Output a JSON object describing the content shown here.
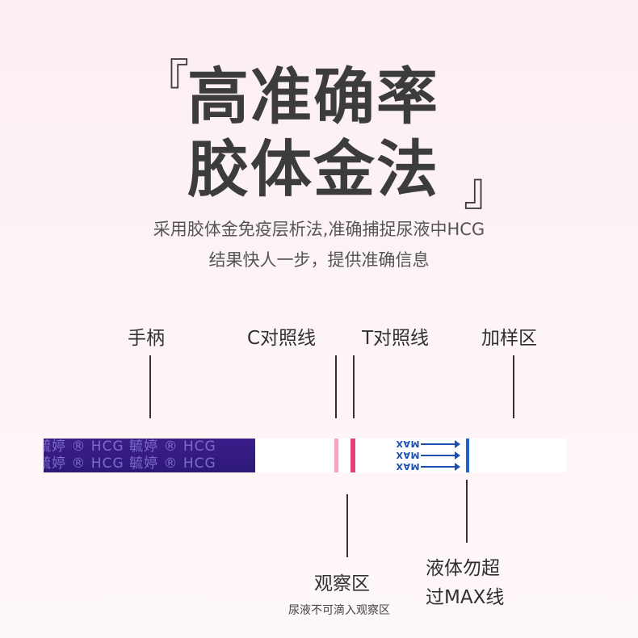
{
  "header": {
    "bracket_left": "『",
    "bracket_right": "』",
    "title_line1": "高准确率",
    "title_line2": "胶体金法",
    "subtitle_line1": "采用胶体金免疫层析法,准确捕捉尿液中HCG",
    "subtitle_line2": "结果快人一步，提供准确信息"
  },
  "diagram": {
    "labels_top": {
      "handle": "手柄",
      "c_line": "C对照线",
      "t_line": "T对照线",
      "sample_zone": "加样区"
    },
    "handle_print": {
      "row1": "毓婷 ® HCG 毓婷 ® HCG",
      "row2": "毓婷 ® HCG 毓婷 ® HCG"
    },
    "max_marker": "MAX",
    "labels_bottom": {
      "observation_zone": "观察区",
      "observation_note": "尿液不可滴入观察区",
      "max_warning_line1": "液体勿超",
      "max_warning_line2": "过MAX线"
    }
  },
  "colors": {
    "handle": "#2e187a",
    "c_band": "#f2a7c0",
    "t_band": "#e63f78",
    "max_line": "#1d63c6"
  }
}
